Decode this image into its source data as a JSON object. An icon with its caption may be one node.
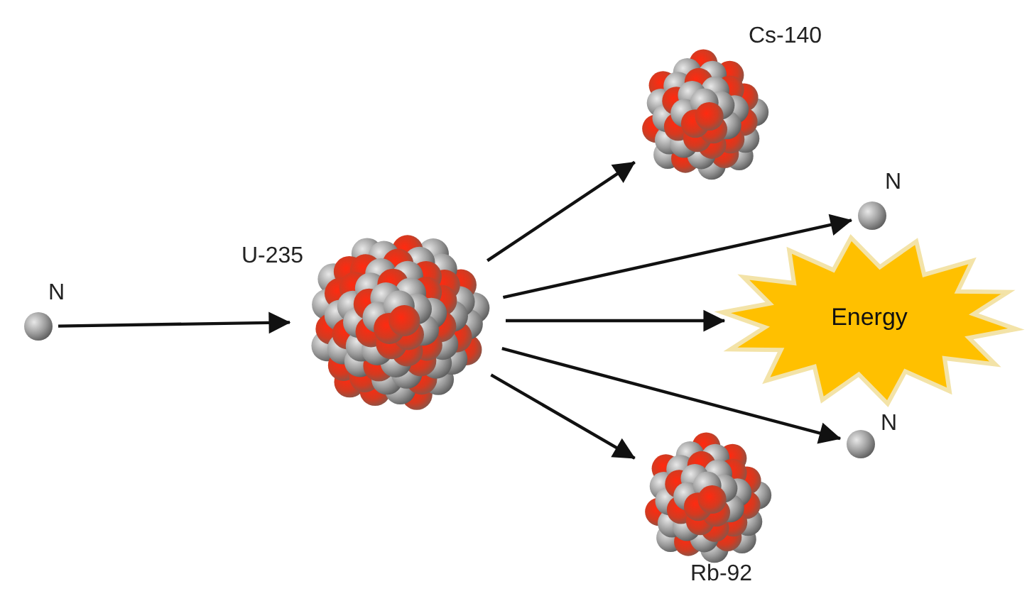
{
  "diagram": {
    "nodes": [
      {
        "text": [
          "N"
        ]
      },
      {
        "text": [
          "U-235"
        ]
      },
      {
        "text": [
          "Cs-140"
        ]
      },
      {
        "text": [
          "N"
        ]
      },
      {
        "text": [
          "Energy"
        ]
      },
      {
        "text": [
          "N"
        ]
      },
      {
        "text": [
          "Rb-92"
        ]
      }
    ],
    "edges": [
      {
        "from": 0,
        "to": 1,
        "arrow": "to"
      },
      {
        "from": 1,
        "to": 2,
        "arrow": "to"
      },
      {
        "from": 1,
        "to": 3,
        "arrow": "to"
      },
      {
        "from": 1,
        "to": 4,
        "arrow": "to"
      },
      {
        "from": 1,
        "to": 5,
        "arrow": "to"
      },
      {
        "from": 1,
        "to": 6,
        "arrow": "to"
      }
    ]
  }
}
